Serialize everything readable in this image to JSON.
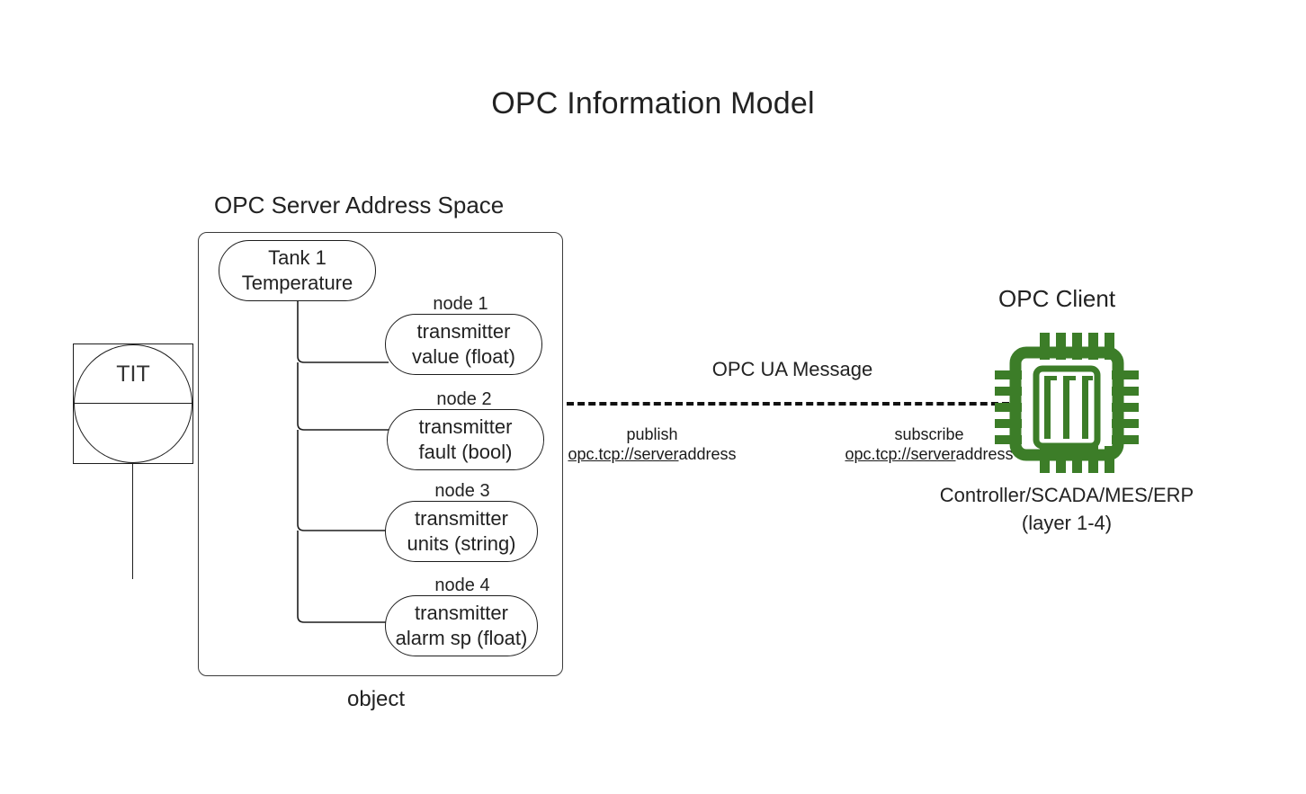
{
  "page": {
    "title": "OPC Information Model",
    "background": "#ffffff",
    "accent_green": "#3c7d28",
    "ink": "#222222"
  },
  "server": {
    "label": "OPC Server Address Space",
    "container_caption": "object",
    "root_node": {
      "line1": "Tank 1",
      "line2": "Temperature"
    },
    "nodes": [
      {
        "tag": "node 1",
        "line1": "transmitter",
        "line2": "value (float)"
      },
      {
        "tag": "node 2",
        "line1": "transmitter",
        "line2": "fault (bool)"
      },
      {
        "tag": "node 3",
        "line1": "transmitter",
        "line2": "units (string)"
      },
      {
        "tag": "node 4",
        "line1": "transmitter",
        "line2": "alarm sp (float)"
      }
    ]
  },
  "instrument": {
    "tag": "TIT",
    "icon": "isa-instrument-symbol"
  },
  "link": {
    "label": "OPC UA Message",
    "style": "dashed",
    "publish": {
      "role": "publish",
      "scheme": "opc.tcp://server",
      "host": "address"
    },
    "subscribe": {
      "role": "subscribe",
      "scheme": "opc.tcp://server",
      "host": "address"
    }
  },
  "client": {
    "label": "OPC Client",
    "icon": "cpu-chip-icon",
    "caption_line1": "Controller/SCADA/MES/ERP",
    "caption_line2": "(layer 1-4)"
  }
}
